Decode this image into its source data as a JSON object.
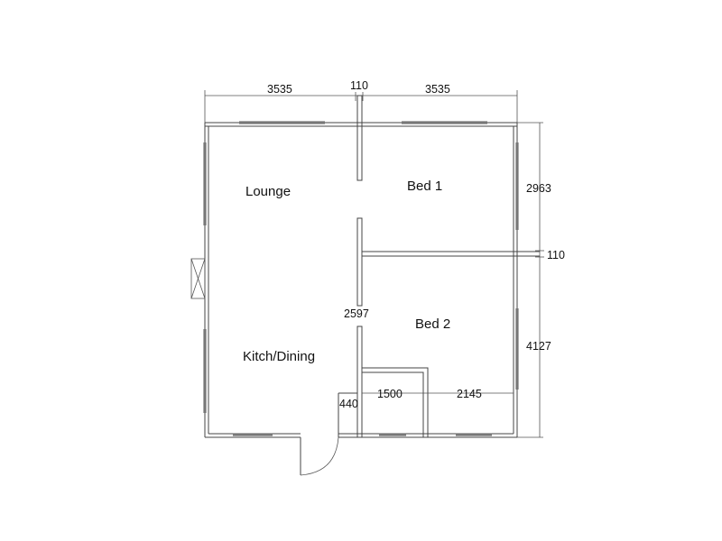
{
  "rooms": {
    "lounge": "Lounge",
    "bed1": "Bed 1",
    "bed2": "Bed 2",
    "kitchen_dining": "Kitch/Dining"
  },
  "dimensions": {
    "top_left_width": "3535",
    "top_mid_wall": "110",
    "top_right_width": "3535",
    "bed1_depth": "2963",
    "partition_thickness": "110",
    "bed2_depth": "4127",
    "hall_length": "2597",
    "hall_width": "1500",
    "bed2_width": "2145",
    "porch_width": "440"
  }
}
